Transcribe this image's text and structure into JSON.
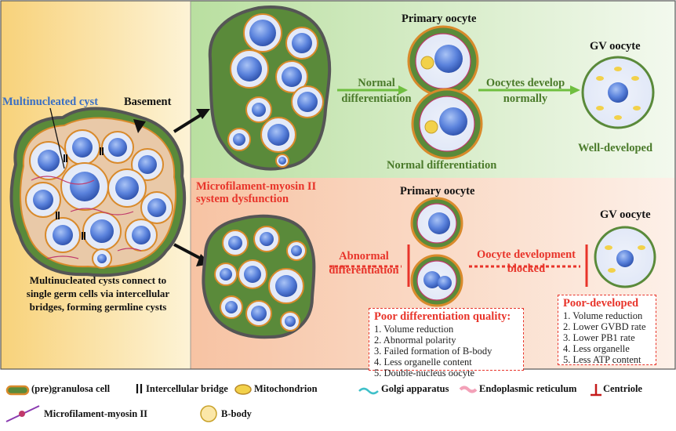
{
  "left_panel": {
    "multinucleated_cyst_label": "Multinucleated cyst",
    "basement_label": "Basement",
    "caption": [
      "Multinucleated cysts connect to",
      "single germ cells via intercellular",
      "bridges, forming germline cysts"
    ]
  },
  "top_row": {
    "primary_oocyte": "Primary oocyte",
    "normal_differentiation_arrow": [
      "Normal",
      "differentiation"
    ],
    "oocytes_develop_arrow": [
      "Oocytes develop",
      "normally"
    ],
    "gv_oocyte": "GV oocyte",
    "well_developed": "Well-developed",
    "normal_differentiation_caption": "Normal differentiation"
  },
  "bottom_row": {
    "dysfunction_label": [
      "Microfilament-myosin II",
      "system dysfunction"
    ],
    "primary_oocyte": "Primary oocyte",
    "abnormal_differentiation": [
      "Abnormal",
      "differentiation"
    ],
    "development_blocked": [
      "Oocyte development",
      "blocked"
    ],
    "gv_oocyte": "GV oocyte",
    "poor_differentiation_box": {
      "title": "Poor differentiation quality:",
      "items": [
        "1. Volume reduction",
        "2. Abnormal polarity",
        "3. Failed formation of B-body",
        "4. Less organelle content",
        "5. Double-nucleus oocyte"
      ]
    },
    "poor_developed_box": {
      "title": "Poor-developed",
      "items": [
        "1. Volume reduction",
        "2. Lower GVBD rate",
        "3. Lower PB1 rate",
        "4. Less organelle",
        "5. Less ATP content"
      ]
    }
  },
  "legend": {
    "granulosa": "(pre)granulosa cell",
    "bridge": "Intercellular bridge",
    "mitochondrion": "Mitochondrion",
    "golgi": "Golgi apparatus",
    "er": "Endoplasmic reticulum",
    "centriole": "Centriole",
    "microfilament": "Microfilament-myosin II",
    "bbody": "B-body"
  },
  "colors": {
    "green_text": "#4a7a2a",
    "red_text": "#e8342a",
    "blue_text": "#3a6fc4",
    "granulosa_orange": "#d98a2b",
    "oocyte_blue": "#4a6fd0"
  }
}
